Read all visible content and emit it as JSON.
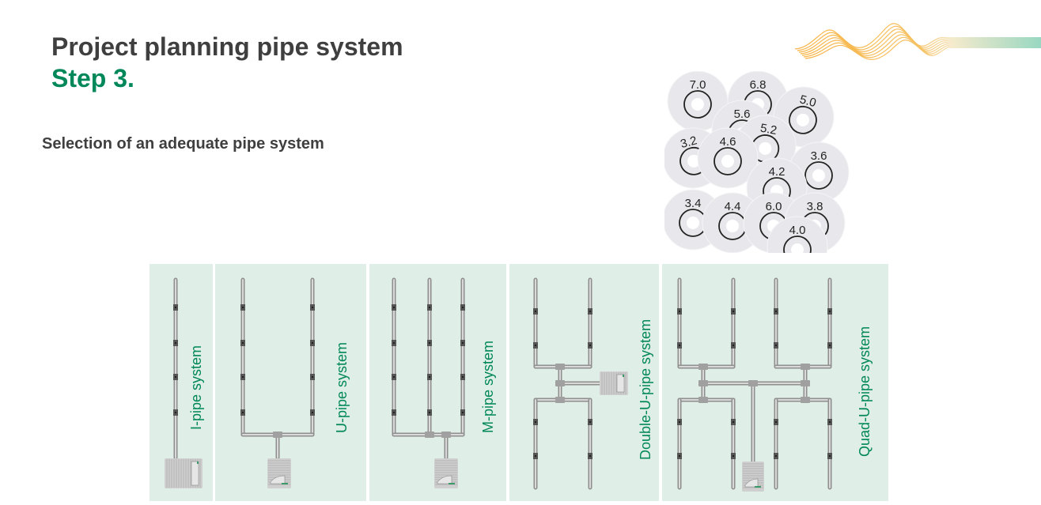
{
  "header": {
    "title": "Project planning pipe system",
    "step": "Step 3.",
    "subtitle": "Selection of an adequate pipe system"
  },
  "colors": {
    "title": "#3f3f3f",
    "accent_green": "#00875a",
    "panel_bg": "#dfeee6",
    "pipe": "#b5b5b5"
  },
  "orifice_discs": [
    "7.0",
    "6.8",
    "5.0",
    "5.6",
    "5.2",
    "3.2",
    "4.6",
    "3.6",
    "4.2",
    "3.4",
    "4.4",
    "6.0",
    "3.8",
    "4.0"
  ],
  "panels": [
    {
      "label": "I-pipe system"
    },
    {
      "label": "U-pipe system"
    },
    {
      "label": "M-pipe system"
    },
    {
      "label": "Double-U-pipe system"
    },
    {
      "label": "Quad-U-pipe system"
    }
  ]
}
